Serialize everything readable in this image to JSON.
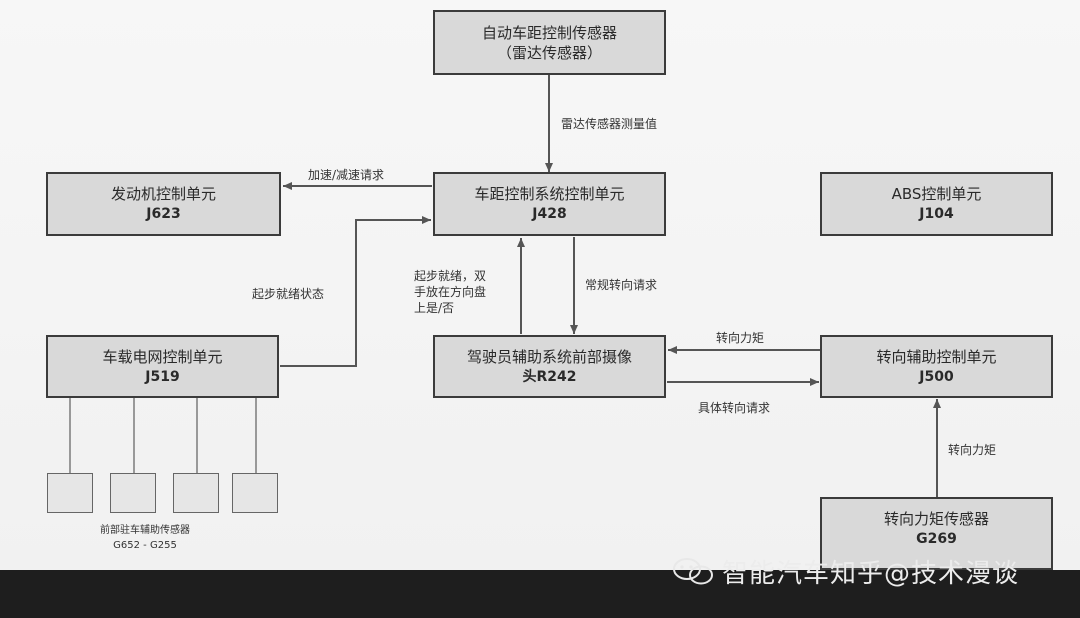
{
  "boxes": {
    "radar": {
      "line1": "自动车距控制传感器",
      "line2": "（雷达传感器）"
    },
    "engine": {
      "line1": "发动机控制单元",
      "line2": "J623"
    },
    "acc": {
      "line1": "车距控制系统控制单元",
      "line2": "J428"
    },
    "abs": {
      "line1": "ABS控制单元",
      "line2": "J104"
    },
    "gateway": {
      "line1": "车载电网控制单元",
      "line2": "J519"
    },
    "camera": {
      "line1": "驾驶员辅助系统前部摄像",
      "line2": "头R242"
    },
    "steer_assist": {
      "line1": "转向辅助控制单元",
      "line2": "J500"
    },
    "torque_sensor": {
      "line1": "转向力矩传感器",
      "line2": "G269"
    }
  },
  "labels": {
    "radar_value": "雷达传感器测量值",
    "accel_request": "加速/减速请求",
    "start_status": "起步就绪状态",
    "hands_on_wheel": [
      "起步就绪，双",
      "手放在方向盘",
      "上是/否"
    ],
    "steer_request": "常规转向请求",
    "steer_torque_top": "转向力矩",
    "specific_steer_request": "具体转向请求",
    "steer_torque_right": "转向力矩",
    "sensors_caption": [
      "前部驻车辅助传感器",
      "G652 - G255"
    ]
  },
  "watermark": {
    "text": "智能汽车知乎@技术漫谈"
  },
  "colors": {
    "box_fill": "#d9d9d9",
    "box_border": "#3b3b3b",
    "wire": "#555555"
  }
}
